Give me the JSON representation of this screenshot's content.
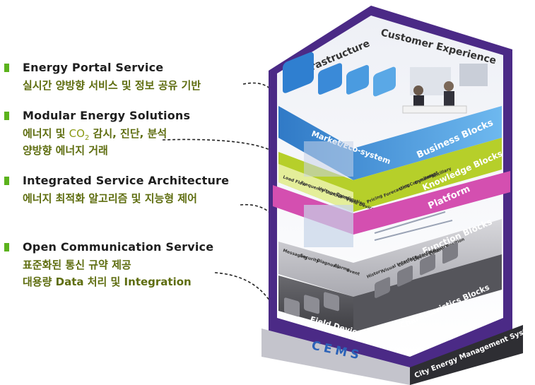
{
  "services": [
    {
      "title": "Energy Portal Service",
      "lines": [
        "실시간 양방향 서비스 및 정보 공유 기반"
      ]
    },
    {
      "title": "Modular Energy Solutions",
      "line1_pre": "에너지 및 ",
      "co2_base": "CO",
      "co2_sub": "2",
      "line1_post": " 감시, 진단, 분석",
      "line2": "양방향 에너지 거래"
    },
    {
      "title": "Integrated Service Architecture",
      "lines": [
        "에너지 최적화 알고리즘 및 지능형 제어"
      ]
    },
    {
      "title": "Open Communication Service",
      "lines": [
        "표준화된 통신 규약 제공",
        "대용량 Data 처리 및 Integration"
      ]
    }
  ],
  "building": {
    "top_left": "Infrastructure",
    "top_right": "Customer Experience",
    "market": "Market/Eco-system",
    "business_blocks": "Business Blocks",
    "knowledge_blocks": "Knowledge Blocks",
    "platform": "Platform",
    "function_blocks": "Function Blocks",
    "characteristics_blocks": "Characteristics Blocks",
    "field_device": "Field Device",
    "cems": "CEMS",
    "cems_full": "City Energy Management System",
    "knowledge_front_cells": [
      "Load Flow",
      "Frequency Control",
      "Voltage Control",
      "Coordination",
      "Field Devices"
    ],
    "knowledge_side_cells": [
      "Pricing",
      "Forecasting",
      "Unit Commitment",
      "Dynamics",
      "Ancillary"
    ],
    "function_front_cells": [
      "Messaging",
      "Security",
      "Diagnosis",
      "Alarms",
      "Event"
    ],
    "function_side_cells": [
      "History",
      "Visual Interface",
      "Control Interface",
      "Device Registry",
      "Control Position"
    ]
  },
  "colors": {
    "bullet": "#5bb21c",
    "subtitle": "#5e6d0f",
    "frame_purple": "#4b2a86",
    "platform_magenta": "#d44fb0",
    "knowledge_lime": "#b6cf2a",
    "business_blue": "#3d8fd6"
  }
}
